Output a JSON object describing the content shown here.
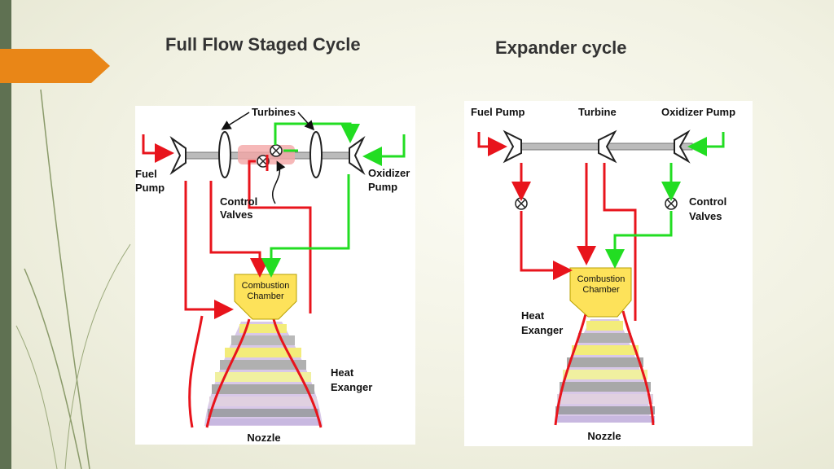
{
  "slide": {
    "left_title": "Full Flow Staged Cycle",
    "right_title": "Expander cycle"
  },
  "left_diagram": {
    "turbines_label": "Turbines",
    "fuel_label_line1": "Fuel",
    "fuel_label_line2": "Pump",
    "control_label_line1": "Control",
    "control_label_line2": "Valves",
    "oxidizer_label_line1": "Oxidizer",
    "oxidizer_label_line2": "Pump",
    "chamber_line1": "Combustion",
    "chamber_line2": "Chamber",
    "heat_line1": "Heat",
    "heat_line2": "Exanger",
    "nozzle_label": "Nozzle"
  },
  "right_diagram": {
    "fuel_pump_label": "Fuel Pump",
    "turbine_label": "Turbine",
    "oxidizer_pump_label": "Oxidizer Pump",
    "control_line1": "Control",
    "control_line2": "Valves",
    "chamber_line1": "Combustion",
    "chamber_line2": "Chamber",
    "heat_line1": "Heat",
    "heat_line2": "Exanger",
    "nozzle_label": "Nozzle"
  },
  "colors": {
    "fuel_line": "#e8141c",
    "oxidizer_line": "#22dd22",
    "chamber_fill": "#fde25a",
    "accent_tab": "#e98617",
    "sidebar": "#5f7152"
  }
}
